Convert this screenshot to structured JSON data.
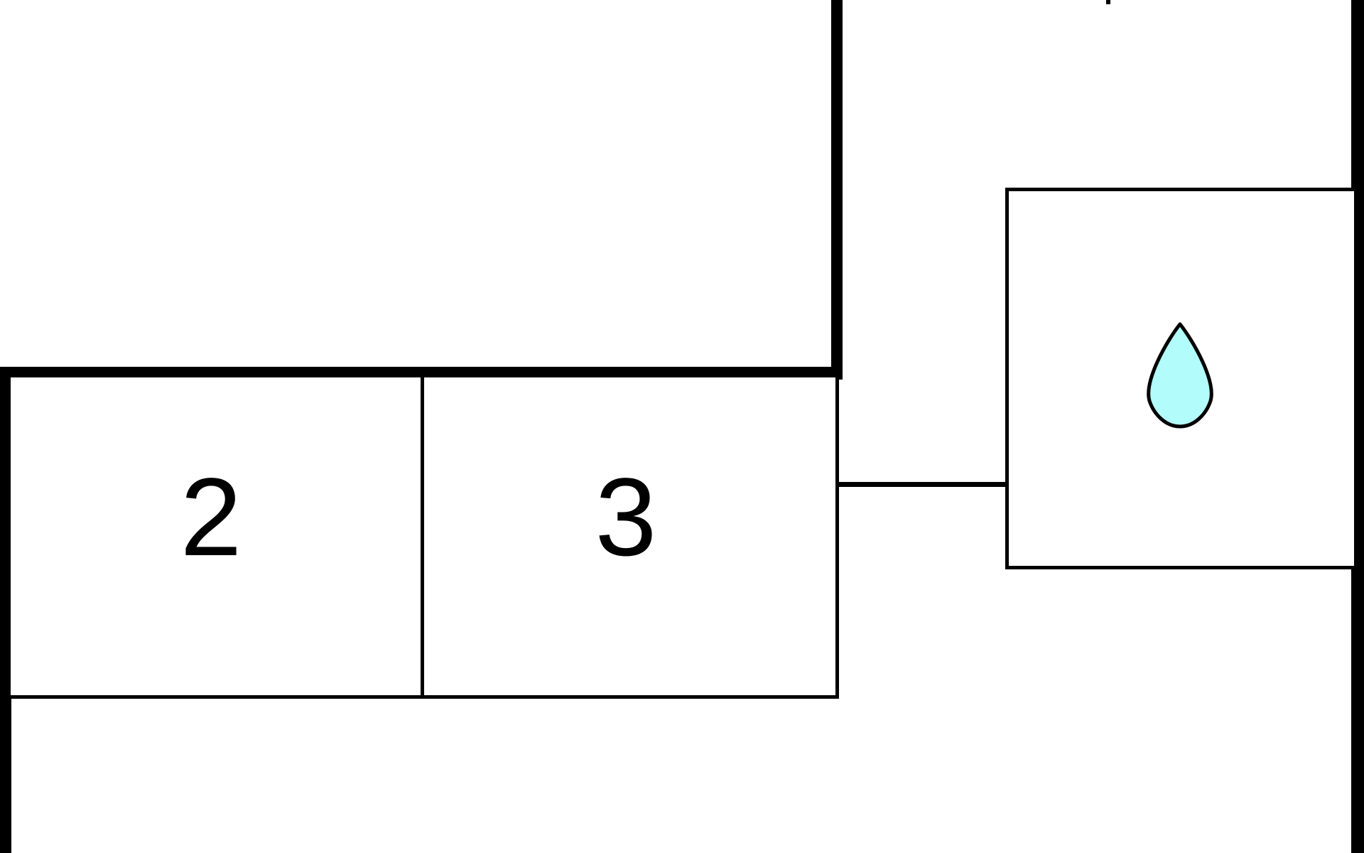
{
  "diagram": {
    "cells": [
      {
        "id": "cell-2",
        "label": "2"
      },
      {
        "id": "cell-3",
        "label": "3"
      }
    ],
    "fixture": {
      "icon": "water-drop-icon",
      "fill_color": "#B3FCFC",
      "stroke_color": "#000000"
    },
    "colors": {
      "line": "#000000",
      "background": "#FFFFFF"
    }
  }
}
